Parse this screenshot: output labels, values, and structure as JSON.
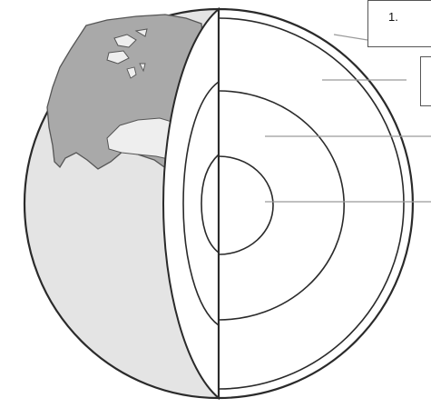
{
  "diagram": {
    "labels": [
      {
        "id": "box-1",
        "text": "1."
      },
      {
        "id": "box-2",
        "text": ""
      }
    ],
    "colors": {
      "outline": "#2a2a2a",
      "ocean": "#e4e4e4",
      "land": "#a9a9a9",
      "land_stroke": "#555555",
      "interior": "#ffffff",
      "leader_line": "#9a9a9a",
      "label_border": "#555555"
    }
  }
}
